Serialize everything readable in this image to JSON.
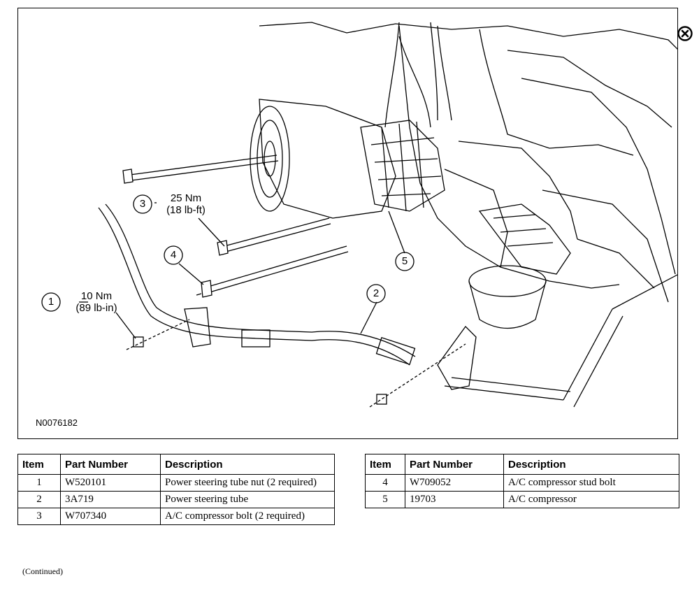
{
  "figure": {
    "id": "N0076182",
    "callouts": [
      {
        "num": "1",
        "torque": "10 Nm",
        "torque_alt": "(89 lb-in)"
      },
      {
        "num": "2"
      },
      {
        "num": "3",
        "torque": "25 Nm",
        "torque_alt": "(18 lb-ft)"
      },
      {
        "num": "4"
      },
      {
        "num": "5"
      }
    ]
  },
  "close_icon": "close-circle-icon",
  "table_headers": {
    "item": "Item",
    "part_number": "Part Number",
    "description": "Description"
  },
  "table_left": [
    {
      "item": "1",
      "part_number": "W520101",
      "description": "Power steering tube nut (2 required)"
    },
    {
      "item": "2",
      "part_number": "3A719",
      "description": "Power steering tube"
    },
    {
      "item": "3",
      "part_number": "W707340",
      "description": "A/C compressor bolt (2 required)"
    }
  ],
  "table_right": [
    {
      "item": "4",
      "part_number": "W709052",
      "description": "A/C compressor stud bolt"
    },
    {
      "item": "5",
      "part_number": "19703",
      "description": "A/C compressor"
    }
  ],
  "continued": "(Continued)"
}
